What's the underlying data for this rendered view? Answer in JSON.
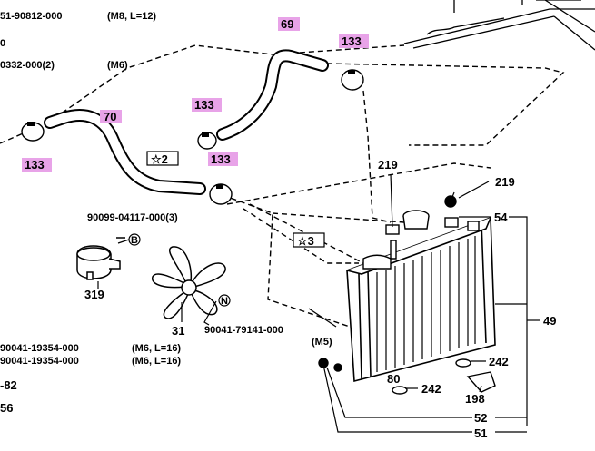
{
  "callouts": {
    "c69": "69",
    "c70": "70",
    "c133": "133",
    "c219": "219",
    "c54": "54",
    "c49": "49",
    "c242": "242",
    "c198": "198",
    "c52": "52",
    "c51": "51",
    "c319": "319",
    "c31": "31",
    "c80": "80"
  },
  "refs": {
    "star2": "☆2",
    "star3": "☆3",
    "B": "B",
    "N": "N",
    "m5": "(M5)"
  },
  "parts": {
    "p_top1": "51-90812-000",
    "p_top1_spec": "(M8, L=12)",
    "p_top2": "0332-000(2)",
    "p_top2_spec": "(M6)",
    "p_0": "0",
    "p_bolt": "90099-04117-000(3)",
    "p_fanbolt": "90041-79141-000",
    "p_left1": "90041-19354-000",
    "p_left1_spec": "(M6, L=16)",
    "p_left2": "90041-19354-000",
    "p_left2_spec": "(M6, L=16)",
    "p_82": "-82",
    "p_56": "56"
  },
  "colors": {
    "highlight": "#e8a3e8",
    "ink": "#000000"
  }
}
